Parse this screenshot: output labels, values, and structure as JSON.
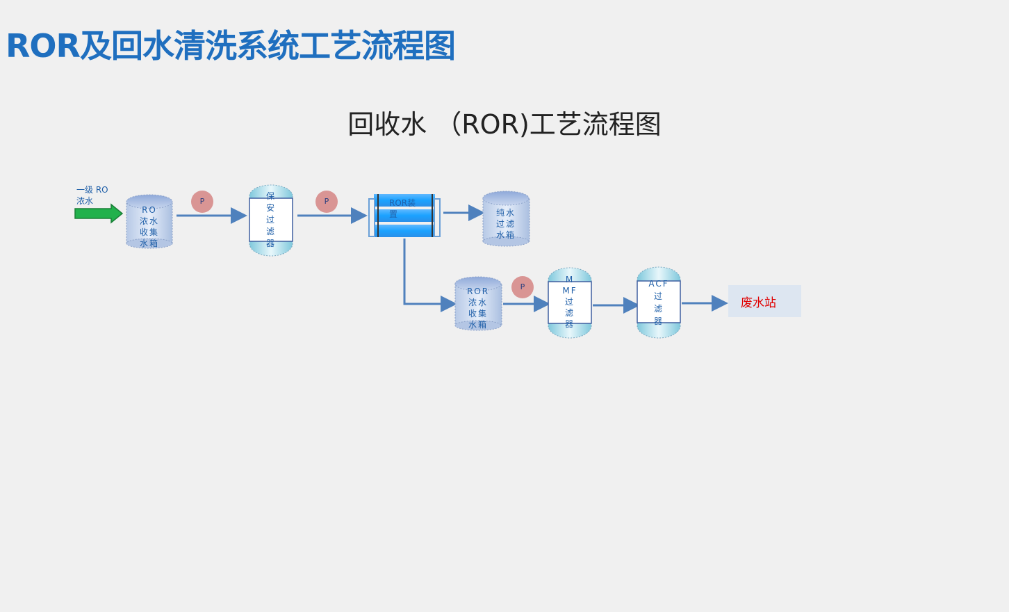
{
  "header": {
    "title": "ROR及回水清洗系统工艺流程图"
  },
  "diagram": {
    "title": "回收水 （ROR)工艺流程图",
    "input_label": "一级 RO\n浓水",
    "nodes": {
      "ro_tank": "RO\n浓水\n收集\n水箱",
      "security_filter": "保\n安\n过\n滤\n器",
      "ror_device": "ROR装\n置",
      "pure_tank": "纯水\n过滤\n水箱",
      "ror_tank": "ROR\n浓水\n收集\n水箱",
      "mmf_filter": "M\nMF\n过\n滤\n器",
      "acf_filter": "ACF\n过\n滤\n器",
      "waste_station": "废水站"
    },
    "pump_label": "P",
    "colors": {
      "title": "#1f6fbf",
      "arrow": "#4f81bd",
      "pump": "#d99594",
      "input_arrow": "#22b14c",
      "waste": "#e00000"
    }
  }
}
